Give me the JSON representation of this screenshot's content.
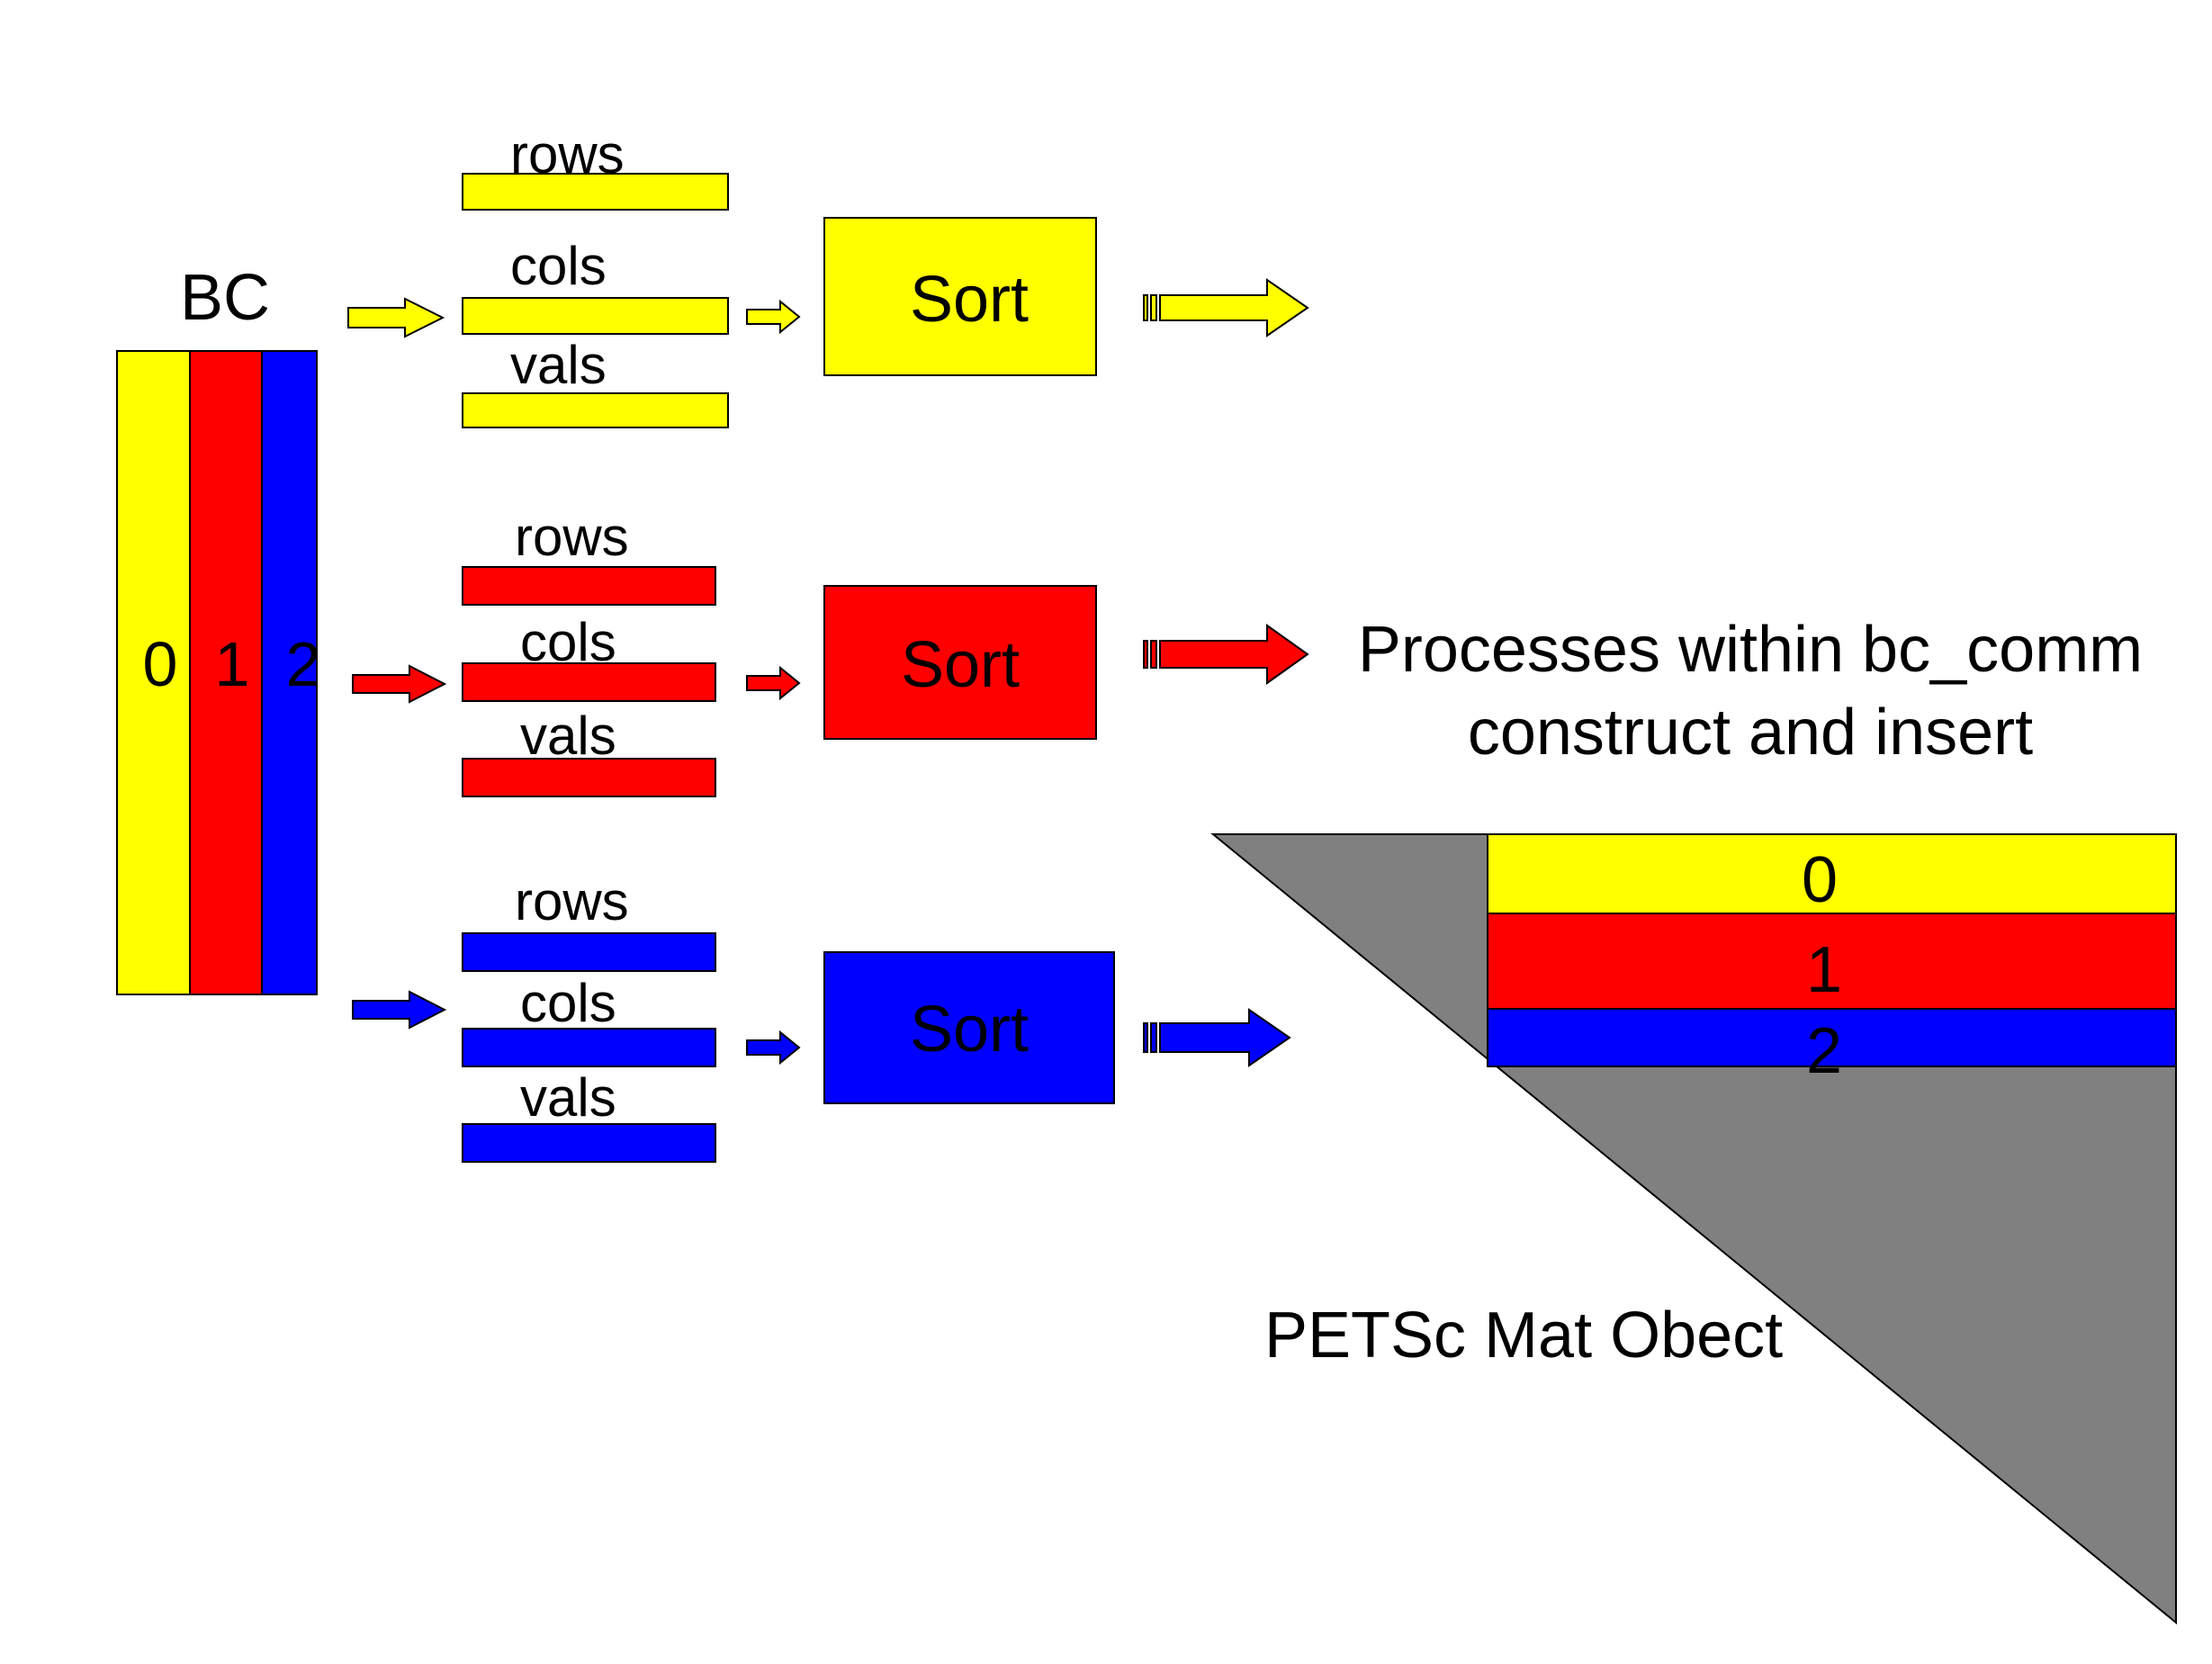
{
  "colors": {
    "yellow": "#ffff00",
    "red": "#ff0000",
    "blue": "#0000ff",
    "gray": "#808080"
  },
  "bc": {
    "title": "BC",
    "columns": [
      "0",
      "1",
      "2"
    ]
  },
  "groups": [
    {
      "color": "yellow",
      "fields": [
        "rows",
        "cols",
        "vals"
      ],
      "sort_label": "Sort"
    },
    {
      "color": "red",
      "fields": [
        "rows",
        "cols",
        "vals"
      ],
      "sort_label": "Sort"
    },
    {
      "color": "blue",
      "fields": [
        "rows",
        "cols",
        "vals"
      ],
      "sort_label": "Sort"
    }
  ],
  "process_label": {
    "line1": "Processes within bc_comm",
    "line2": "construct and insert"
  },
  "matrix": {
    "rows": [
      "0",
      "1",
      "2"
    ],
    "label": "PETSc Mat Obect"
  }
}
